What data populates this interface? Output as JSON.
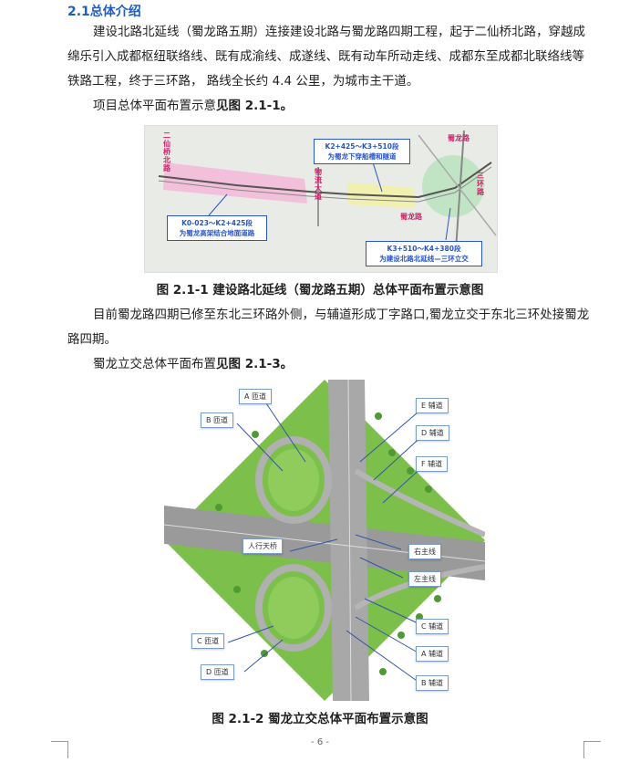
{
  "section": {
    "heading": "2.1总体介绍"
  },
  "paragraphs": {
    "p1": "建设北路北延线（蜀龙路五期）连接建设北路与蜀龙路四期工程，起于二仙桥北路，穿越成绵乐引入成都枢纽联络线、既有成渝线、成遂线、既有动车所动走线、成都东至成都北联络线等铁路工程，终于三环路， 路线全长约 4.4 公里，为城市主干道。",
    "p2_prefix": "项目总体平面布置示意",
    "p2_ref": "见图 2.1-1。",
    "p3": "目前蜀龙路四期已修至东北三环路外侧，与辅道形成丁字路口,蜀龙立交于东北三环处接蜀龙路四期。",
    "p4_prefix": "蜀龙立交总体平面布置",
    "p4_ref": "见图 2.1-3。"
  },
  "figure1": {
    "caption": "图 2.1-1 建设路北延线（蜀龙路五期）总体平面布置示意图",
    "labels": {
      "seg1": "K0-023～K2+425段\n为蜀龙高架结合地面道路",
      "seg2": "K2+425～K3+510段\n为蜀龙下穿船槽和隧道",
      "seg3": "K3+510～K4+380段\n为建设北路北延线—三环立交",
      "road_left": "二仙桥北路",
      "road_mid": "物流大道",
      "road_right": "三环路",
      "road_right2": "蜀龙路",
      "road_bottom": "蜀龙路"
    }
  },
  "figure2": {
    "caption": "图 2.1-2 蜀龙立交总体平面布置示意图",
    "labels": {
      "a_ramp": "A 匝道",
      "b_ramp": "B 匝道",
      "c_ramp": "C 匝道",
      "d_ramp": "D 匝道",
      "e_aux": "E 辅道",
      "d_aux": "D 辅道",
      "f_aux": "F 辅道",
      "right_main": "右主线",
      "left_main": "左主线",
      "bridge": "人行天桥",
      "c_aux": "C 辅道",
      "a_aux": "A 辅道",
      "b_aux": "B 辅道"
    }
  },
  "footer": {
    "page": "- 6 -"
  },
  "colors": {
    "heading": "#1f5fbf",
    "label_border": "#2a55c8"
  }
}
